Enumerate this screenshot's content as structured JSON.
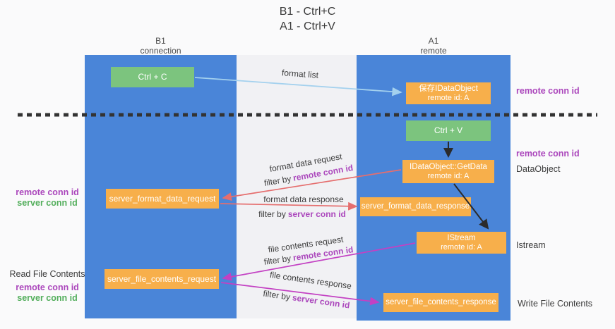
{
  "title": {
    "line1": "B1 - Ctrl+C",
    "line2": "A1 - Ctrl+V"
  },
  "lanes": {
    "left": {
      "header_line1": "B1",
      "header_line2": "connection"
    },
    "right": {
      "header_line1": "A1",
      "header_line2": "remote"
    }
  },
  "nodes": {
    "ctrl_c": {
      "label": "Ctrl + C"
    },
    "saved_dataobject": {
      "line1": "保存IDataObject",
      "line2": "remote id: A"
    },
    "ctrl_v": {
      "label": "Ctrl + V"
    },
    "getdata": {
      "line1": "IDataObject::GetData",
      "line2": "remote id: A"
    },
    "format_request": {
      "label": "server_format_data_request"
    },
    "format_response": {
      "label": "server_format_data_response"
    },
    "istream": {
      "line1": "IStream",
      "line2": "remote id: A"
    },
    "file_request": {
      "label": "server_file_contents_request"
    },
    "file_response": {
      "label": "server_file_contents_response"
    }
  },
  "messages": {
    "format_list": {
      "label": "format list"
    },
    "format_data_request": {
      "label": "format data request",
      "filter_prefix": "filter by",
      "filter_key": "remote conn id"
    },
    "format_data_response": {
      "label": "format data response",
      "filter_prefix": "filter by",
      "filter_key": "server conn id"
    },
    "file_contents_request": {
      "label": "file contents request",
      "filter_prefix": "filter by",
      "filter_key": "remote conn id"
    },
    "file_contents_response": {
      "label": "file contents response",
      "filter_prefix": "filter by",
      "filter_key": "server conn id"
    }
  },
  "annotations": {
    "right_top_remote_conn_id": "remote conn id",
    "right_mid_remote_conn_id": "remote conn id",
    "dataobject": "DataObject",
    "istream": "Istream",
    "write_file_contents": "Write File Contents",
    "left_mid": {
      "remote": "remote conn id",
      "server": "server conn id"
    },
    "read_file_contents": "Read File Contents",
    "left_bottom": {
      "remote": "remote conn id",
      "server": "server conn id"
    }
  },
  "colors": {
    "lane_blue": "#4a85d8",
    "box_green": "#7cc47e",
    "box_orange": "#f7af4b",
    "arrow_blue": "#a4d1ee",
    "arrow_red": "#e56e6e",
    "arrow_magenta": "#c341c3",
    "arrow_black": "#2b2b2b",
    "text_purple": "#ab47bc",
    "text_green": "#53ae5c"
  }
}
